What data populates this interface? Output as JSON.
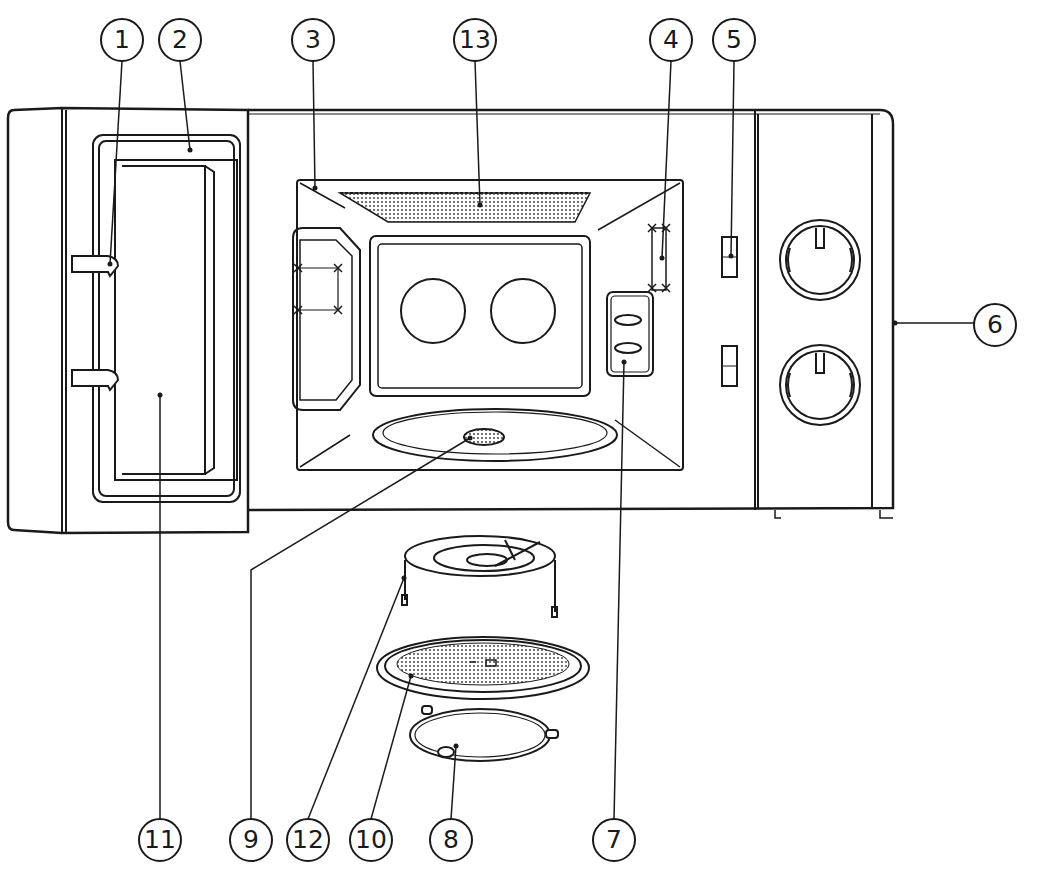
{
  "diagram": {
    "labels": [
      "1",
      "2",
      "3",
      "13",
      "4",
      "5",
      "6",
      "11",
      "9",
      "12",
      "10",
      "8",
      "7"
    ]
  }
}
